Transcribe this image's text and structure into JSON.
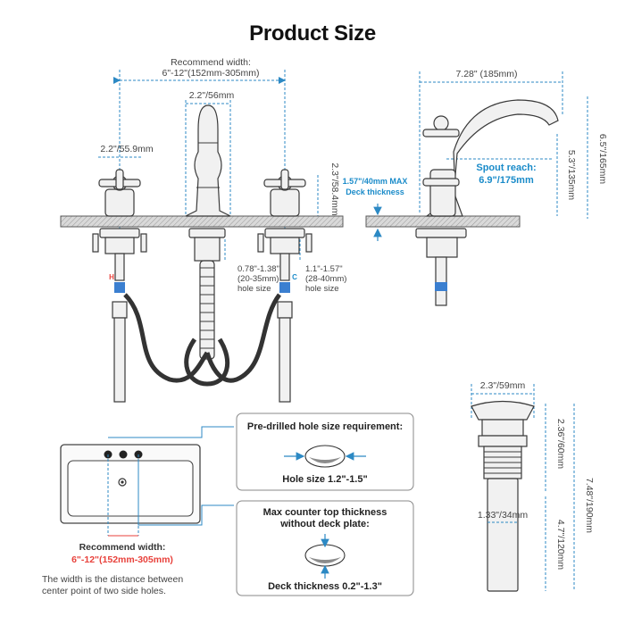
{
  "title": "Product Size",
  "faucet_front": {
    "recommend_width_label": "Recommend width:",
    "recommend_width_value": "6\"-12\"(152mm-305mm)",
    "spout_base": "2.2\"/56mm",
    "handle_base": "2.2\"/55.9mm",
    "handle_height": "2.3\"/58.4mm",
    "spout_hole_size_1": "0.78\"-1.38\"",
    "spout_hole_size_2": "(20-35mm)",
    "spout_hole_size_3": "hole size",
    "handle_hole_size_1": "1.1\"-1.57\"",
    "handle_hole_size_2": "(28-40mm)",
    "handle_hole_size_3": "hole size",
    "hot_mark": "H",
    "cold_mark": "C"
  },
  "faucet_side": {
    "spout_length": "7.28\" (185mm)",
    "total_height": "6.5\"/165mm",
    "spout_height": "5.3\"/135mm",
    "spout_reach_label": "Spout reach:",
    "spout_reach_value": "6.9\"/175mm",
    "deck_thickness_1": "1.57\"/40mm MAX",
    "deck_thickness_2": "Deck thickness"
  },
  "drain": {
    "cap_diameter": "2.3\"/59mm",
    "cap_height": "2.36\"/60mm",
    "total_height": "7.48\"/190mm",
    "pipe_diameter": "1.33\"/34mm",
    "pipe_length": "4.7\"/120mm"
  },
  "sink": {
    "recommend_width_label": "Recommend width:",
    "recommend_width_value": "6\"-12\"(152mm-305mm)",
    "note_line_1": "The width is the distance between",
    "note_line_2": "center point of two side holes."
  },
  "hole_box": {
    "title": "Pre-drilled hole size requirement:",
    "caption": "Hole size 1.2\"-1.5\""
  },
  "counter_box": {
    "title_1": "Max counter top thickness",
    "title_2": "without deck plate:",
    "caption": "Deck thickness 0.2\"-1.3\""
  },
  "colors": {
    "dimension_blue": "#2c89c4",
    "accent_blue": "#1a8bc9",
    "accent_red": "#e8413b",
    "line": "#3a3a3a"
  }
}
